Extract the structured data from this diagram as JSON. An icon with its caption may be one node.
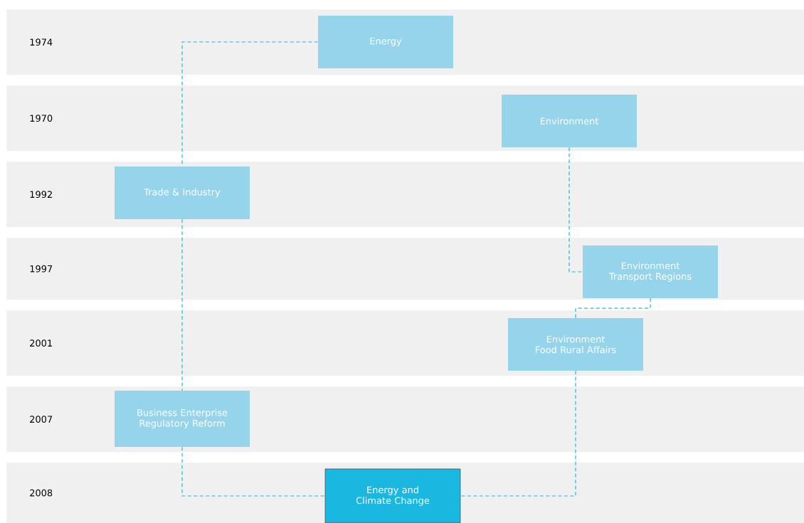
{
  "diagram": {
    "nodes": [
      {
        "text": [
          "1974"
        ]
      },
      {
        "text": [
          "Energy"
        ],
        "in": 0
      },
      {
        "text": [
          "1970"
        ]
      },
      {
        "text": [
          "Environment"
        ],
        "in": 2
      },
      {
        "text": [
          "1992"
        ]
      },
      {
        "text": [
          "Trade & Industry"
        ],
        "in": 4
      },
      {
        "text": [
          "1997"
        ]
      },
      {
        "text": [
          "Environment Transport Regions"
        ],
        "in": 6
      },
      {
        "text": [
          "2001"
        ]
      },
      {
        "text": [
          "Environment Food Rural Affairs"
        ],
        "in": 8
      },
      {
        "text": [
          "2007"
        ]
      },
      {
        "text": [
          "Business Enterprise Regulatory Reform"
        ],
        "in": 10
      },
      {
        "text": [
          "2008"
        ]
      },
      {
        "text": [
          "Energy and Climate Change"
        ],
        "in": 12
      }
    ],
    "edges": [
      {
        "from": 1,
        "to": 5,
        "arrow": "none",
        "style": "dashed"
      },
      {
        "from": 5,
        "to": 11,
        "arrow": "none",
        "style": "dashed"
      },
      {
        "from": 3,
        "to": 7,
        "arrow": "none",
        "style": "dashed"
      },
      {
        "from": 7,
        "to": 9,
        "arrow": "none",
        "style": "dashed"
      },
      {
        "from": 9,
        "to": 13,
        "arrow": "none",
        "style": "dashed"
      },
      {
        "from": 11,
        "to": 13,
        "arrow": "none",
        "style": "dashed"
      }
    ]
  }
}
